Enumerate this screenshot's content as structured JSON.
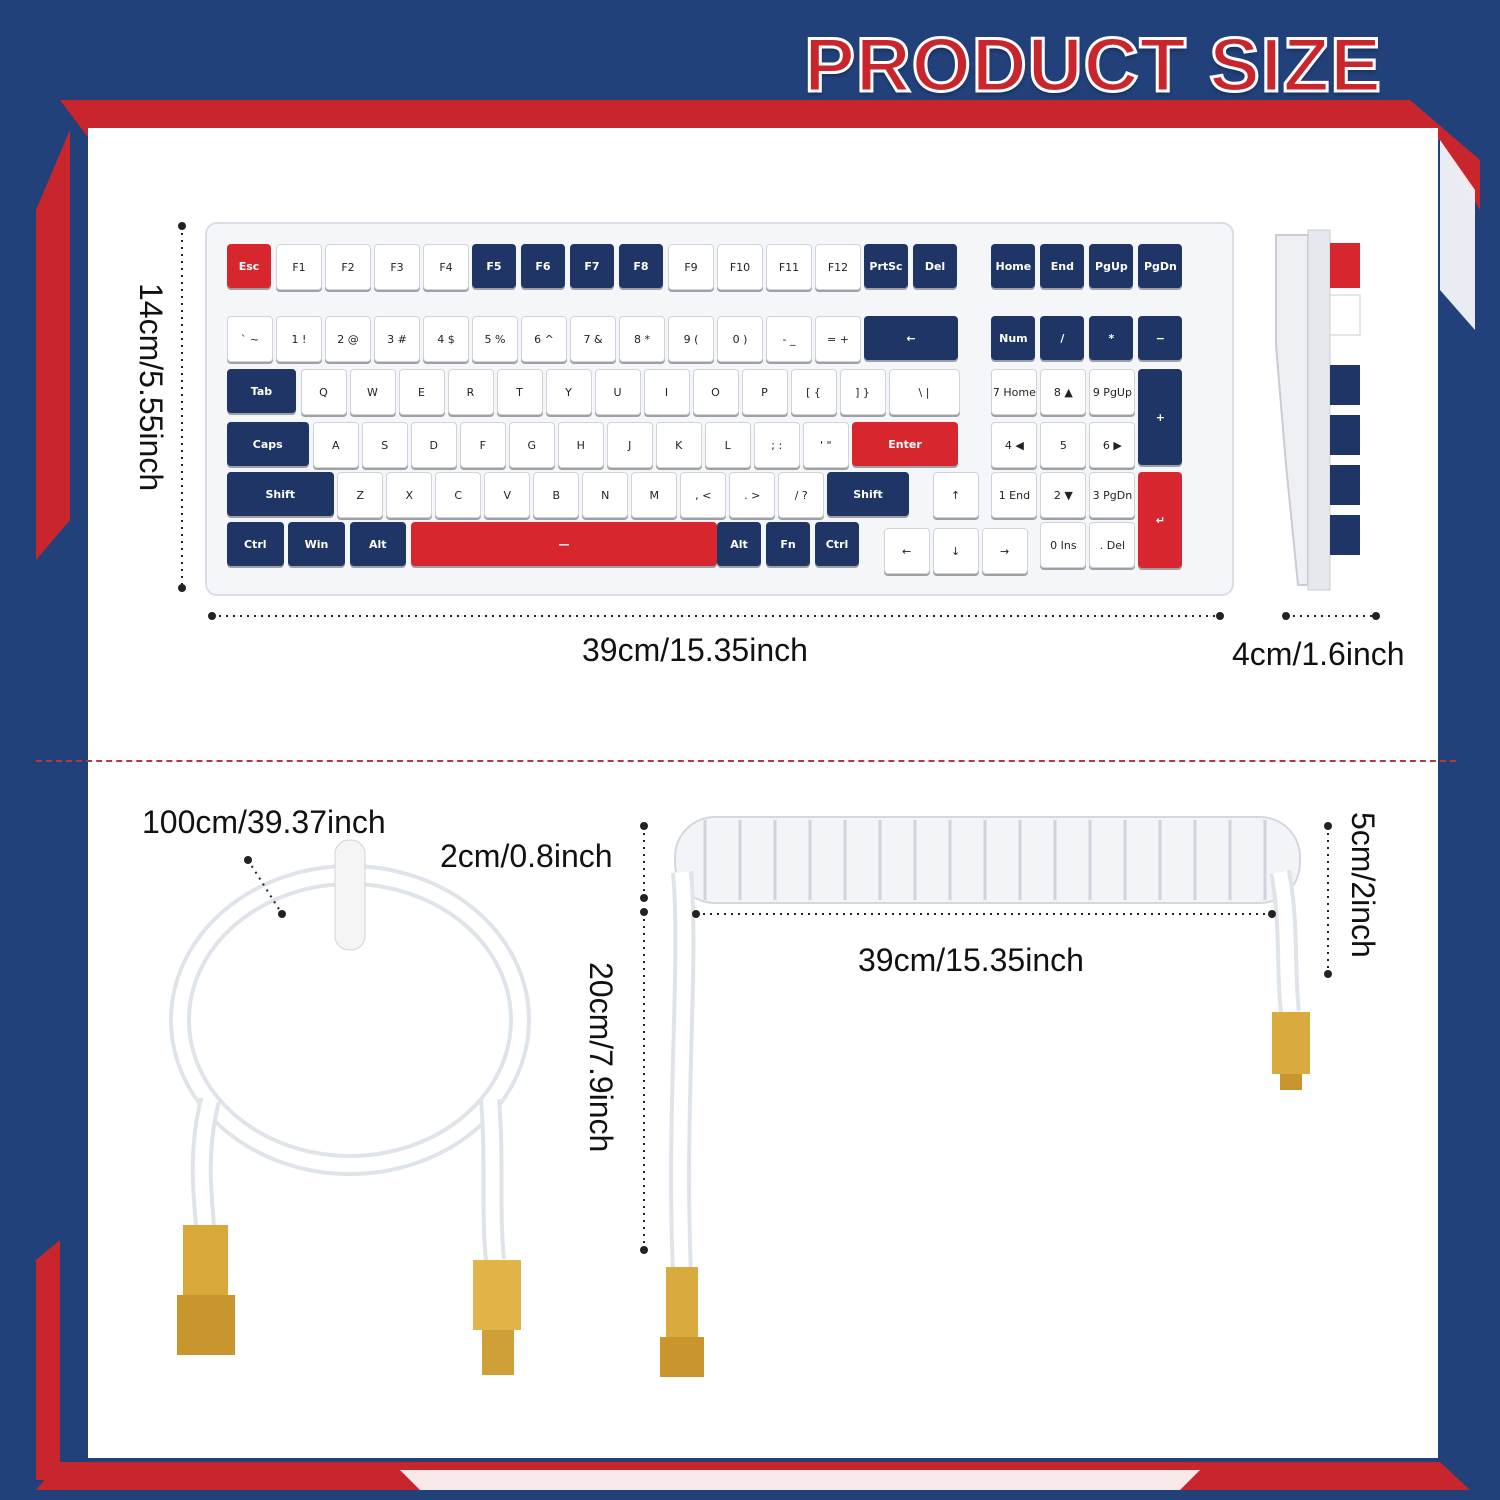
{
  "title": "PRODUCT SIZE",
  "dimensions": {
    "keyboard_height": "14cm/5.55inch",
    "keyboard_width": "39cm/15.35inch",
    "keyboard_depth": "4cm/1.6inch",
    "straight_cable_length": "100cm/39.37inch",
    "connector_length": "2cm/0.8inch",
    "coil_drop_length": "20cm/7.9inch",
    "coil_length": "39cm/15.35inch",
    "coil_diameter": "5cm/2inch"
  },
  "keyboard": {
    "colors": {
      "navy": "#1f3566",
      "red": "#d7262e",
      "white": "#ffffff"
    },
    "rows": [
      [
        {
          "l": "Esc",
          "c": "r"
        },
        {
          "l": "F1",
          "c": "w"
        },
        {
          "l": "F2",
          "c": "w"
        },
        {
          "l": "F3",
          "c": "w"
        },
        {
          "l": "F4",
          "c": "w"
        },
        {
          "l": "F5",
          "c": "b"
        },
        {
          "l": "F6",
          "c": "b"
        },
        {
          "l": "F7",
          "c": "b"
        },
        {
          "l": "F8",
          "c": "b"
        },
        {
          "l": "F9",
          "c": "w"
        },
        {
          "l": "F10",
          "c": "w"
        },
        {
          "l": "F11",
          "c": "w"
        },
        {
          "l": "F12",
          "c": "w"
        },
        {
          "l": "PrtSc",
          "c": "b"
        },
        {
          "l": "Del",
          "c": "b"
        },
        {
          "l": "Home",
          "c": "b"
        },
        {
          "l": "End",
          "c": "b"
        },
        {
          "l": "PgUp",
          "c": "b"
        },
        {
          "l": "PgDn",
          "c": "b"
        }
      ],
      [
        {
          "l": "` ~",
          "c": "w"
        },
        {
          "l": "1 !",
          "c": "w"
        },
        {
          "l": "2 @",
          "c": "w"
        },
        {
          "l": "3 #",
          "c": "w"
        },
        {
          "l": "4 $",
          "c": "w"
        },
        {
          "l": "5 %",
          "c": "w"
        },
        {
          "l": "6 ^",
          "c": "w"
        },
        {
          "l": "7 &",
          "c": "w"
        },
        {
          "l": "8 *",
          "c": "w"
        },
        {
          "l": "9 (",
          "c": "w"
        },
        {
          "l": "0 )",
          "c": "w"
        },
        {
          "l": "- _",
          "c": "w"
        },
        {
          "l": "= +",
          "c": "w"
        },
        {
          "l": "←",
          "c": "b"
        },
        {
          "l": "Num",
          "c": "b"
        },
        {
          "l": "/",
          "c": "b"
        },
        {
          "l": "*",
          "c": "b"
        },
        {
          "l": "−",
          "c": "b"
        }
      ],
      [
        {
          "l": "Tab",
          "c": "b"
        },
        {
          "l": "Q",
          "c": "w"
        },
        {
          "l": "W",
          "c": "w"
        },
        {
          "l": "E",
          "c": "w"
        },
        {
          "l": "R",
          "c": "w"
        },
        {
          "l": "T",
          "c": "w"
        },
        {
          "l": "Y",
          "c": "w"
        },
        {
          "l": "U",
          "c": "w"
        },
        {
          "l": "I",
          "c": "w"
        },
        {
          "l": "O",
          "c": "w"
        },
        {
          "l": "P",
          "c": "w"
        },
        {
          "l": "[ {",
          "c": "w"
        },
        {
          "l": "] }",
          "c": "w"
        },
        {
          "l": "\\ |",
          "c": "w"
        },
        {
          "l": "7 Home",
          "c": "w"
        },
        {
          "l": "8 ▲",
          "c": "w"
        },
        {
          "l": "9 PgUp",
          "c": "w"
        },
        {
          "l": "+",
          "c": "b"
        }
      ],
      [
        {
          "l": "Caps",
          "c": "b"
        },
        {
          "l": "A",
          "c": "w"
        },
        {
          "l": "S",
          "c": "w"
        },
        {
          "l": "D",
          "c": "w"
        },
        {
          "l": "F",
          "c": "w"
        },
        {
          "l": "G",
          "c": "w"
        },
        {
          "l": "H",
          "c": "w"
        },
        {
          "l": "J",
          "c": "w"
        },
        {
          "l": "K",
          "c": "w"
        },
        {
          "l": "L",
          "c": "w"
        },
        {
          "l": "; :",
          "c": "w"
        },
        {
          "l": "' \"",
          "c": "w"
        },
        {
          "l": "Enter",
          "c": "r"
        },
        {
          "l": "4 ◀",
          "c": "w"
        },
        {
          "l": "5",
          "c": "w"
        },
        {
          "l": "6 ▶",
          "c": "w"
        }
      ],
      [
        {
          "l": "Shift",
          "c": "b"
        },
        {
          "l": "Z",
          "c": "w"
        },
        {
          "l": "X",
          "c": "w"
        },
        {
          "l": "C",
          "c": "w"
        },
        {
          "l": "V",
          "c": "w"
        },
        {
          "l": "B",
          "c": "w"
        },
        {
          "l": "N",
          "c": "w"
        },
        {
          "l": "M",
          "c": "w"
        },
        {
          "l": ", <",
          "c": "w"
        },
        {
          "l": ". >",
          "c": "w"
        },
        {
          "l": "/ ?",
          "c": "w"
        },
        {
          "l": "Shift",
          "c": "b"
        },
        {
          "l": "↑",
          "c": "w"
        },
        {
          "l": "1 End",
          "c": "w"
        },
        {
          "l": "2 ▼",
          "c": "w"
        },
        {
          "l": "3 PgDn",
          "c": "w"
        },
        {
          "l": "↵",
          "c": "r"
        }
      ],
      [
        {
          "l": "Ctrl",
          "c": "b"
        },
        {
          "l": "Win",
          "c": "b"
        },
        {
          "l": "Alt",
          "c": "b"
        },
        {
          "l": "—",
          "c": "r"
        },
        {
          "l": "Alt",
          "c": "b"
        },
        {
          "l": "Fn",
          "c": "b"
        },
        {
          "l": "Ctrl",
          "c": "b"
        },
        {
          "l": "←",
          "c": "w"
        },
        {
          "l": "↓",
          "c": "w"
        },
        {
          "l": "→",
          "c": "w"
        },
        {
          "l": "0 Ins",
          "c": "w"
        },
        {
          "l": ". Del",
          "c": "w"
        }
      ]
    ]
  }
}
